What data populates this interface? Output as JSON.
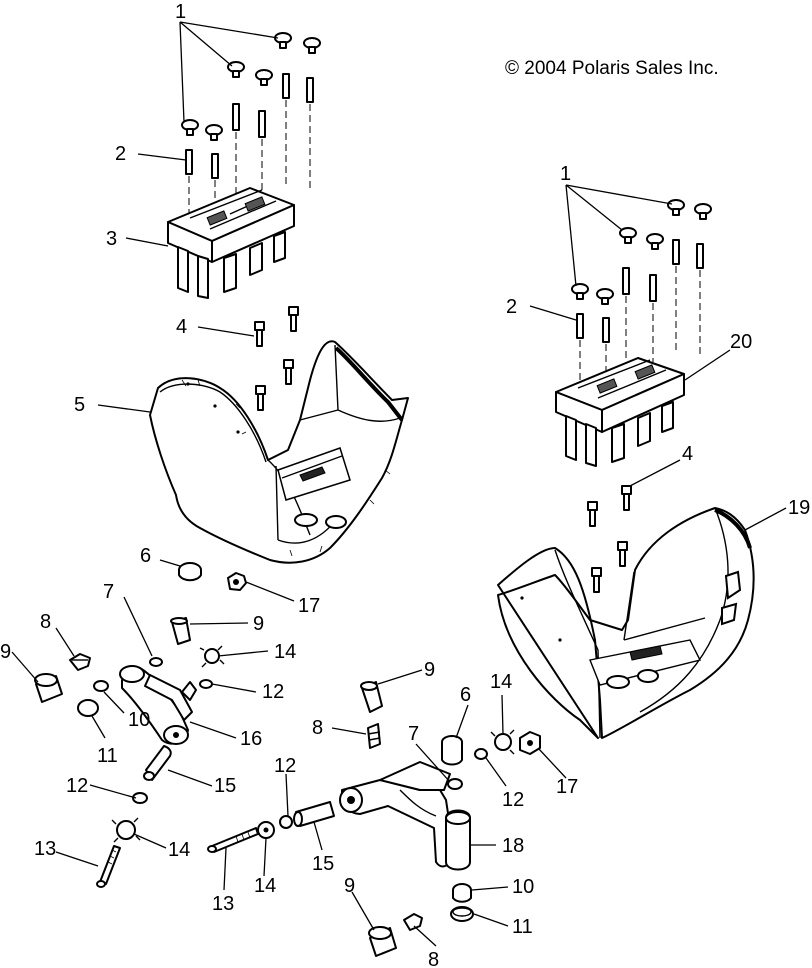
{
  "copyright": "© 2004 Polaris Sales Inc.",
  "callouts": {
    "c1a": "1",
    "c2a": "2",
    "c3": "3",
    "c4a": "4",
    "c5": "5",
    "c1b": "1",
    "c2b": "2",
    "c20": "20",
    "c4b": "4",
    "c19": "19",
    "c6a": "6",
    "c17a": "17",
    "c7a": "7",
    "c9a": "9",
    "c8a": "8",
    "c9b": "9",
    "c14a": "14",
    "c12a": "12",
    "c10a": "10",
    "c11a": "11",
    "c16": "16",
    "c12b": "12",
    "c15a": "15",
    "c13a": "13",
    "c14b": "14",
    "c9c": "9",
    "c8b": "8",
    "c6b": "6",
    "c14c": "14",
    "c7b": "7",
    "c12c": "12",
    "c17b": "17",
    "c12d": "12",
    "c18": "18",
    "c15b": "15",
    "c13b": "13",
    "c14d": "14",
    "c9d": "9",
    "c10b": "10",
    "c11b": "11",
    "c8c": "8"
  }
}
